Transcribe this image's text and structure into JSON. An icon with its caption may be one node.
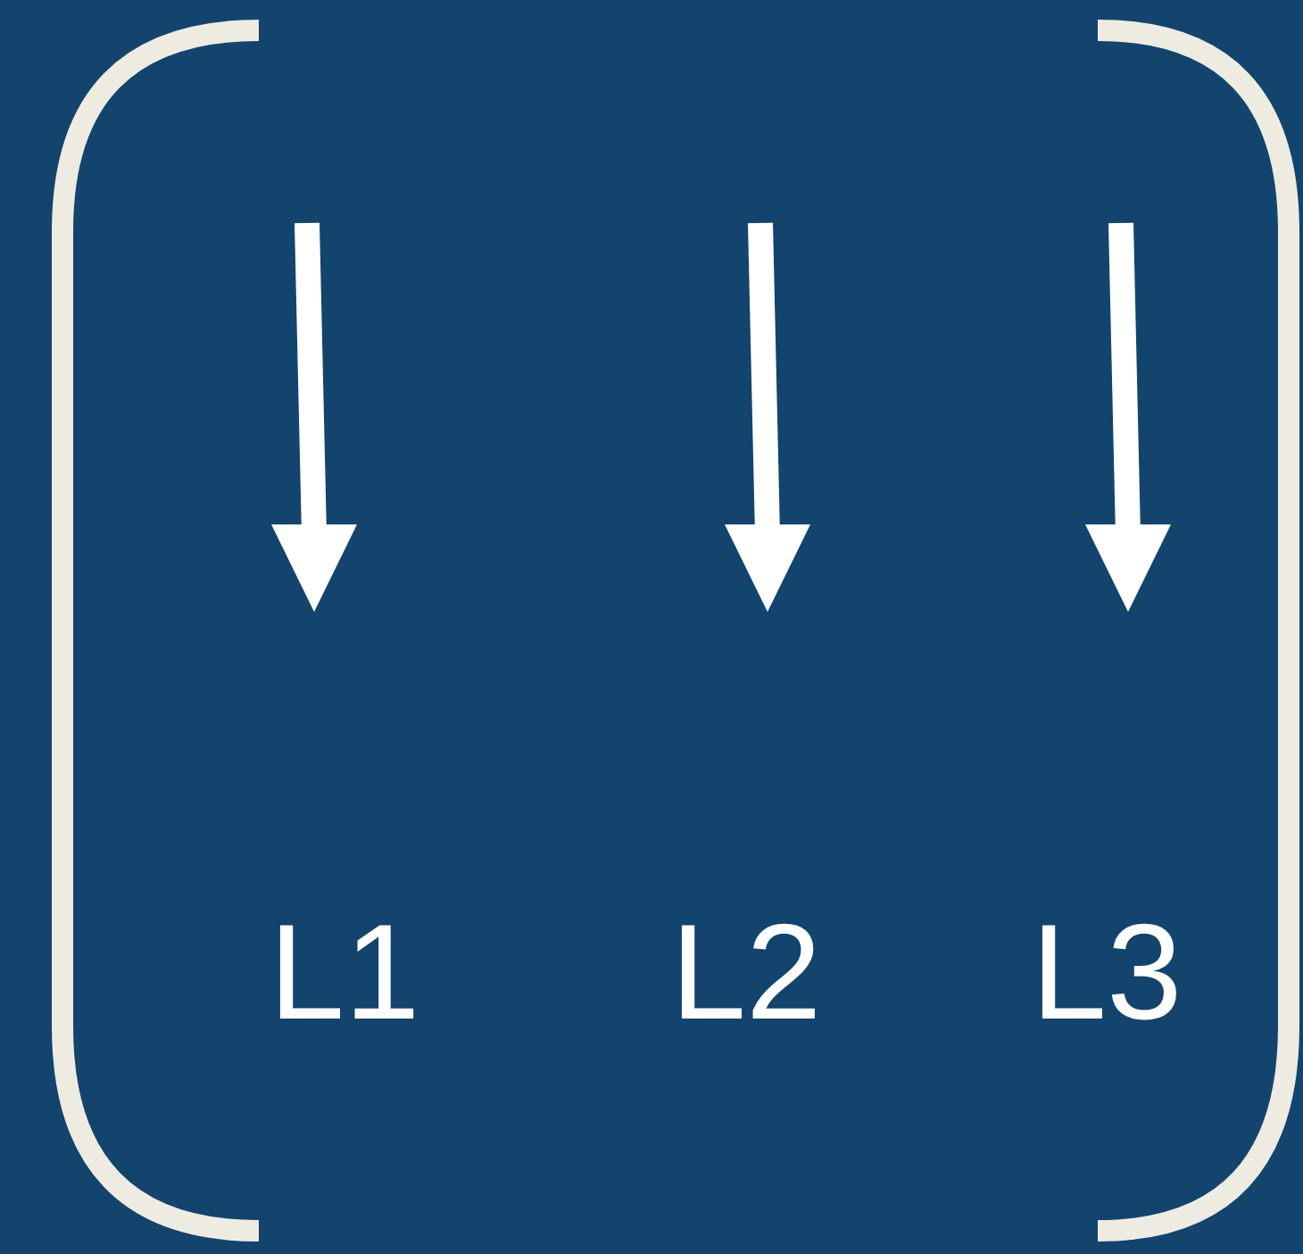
{
  "diagram": {
    "labels": [
      "L1",
      "L2",
      "L3"
    ]
  }
}
